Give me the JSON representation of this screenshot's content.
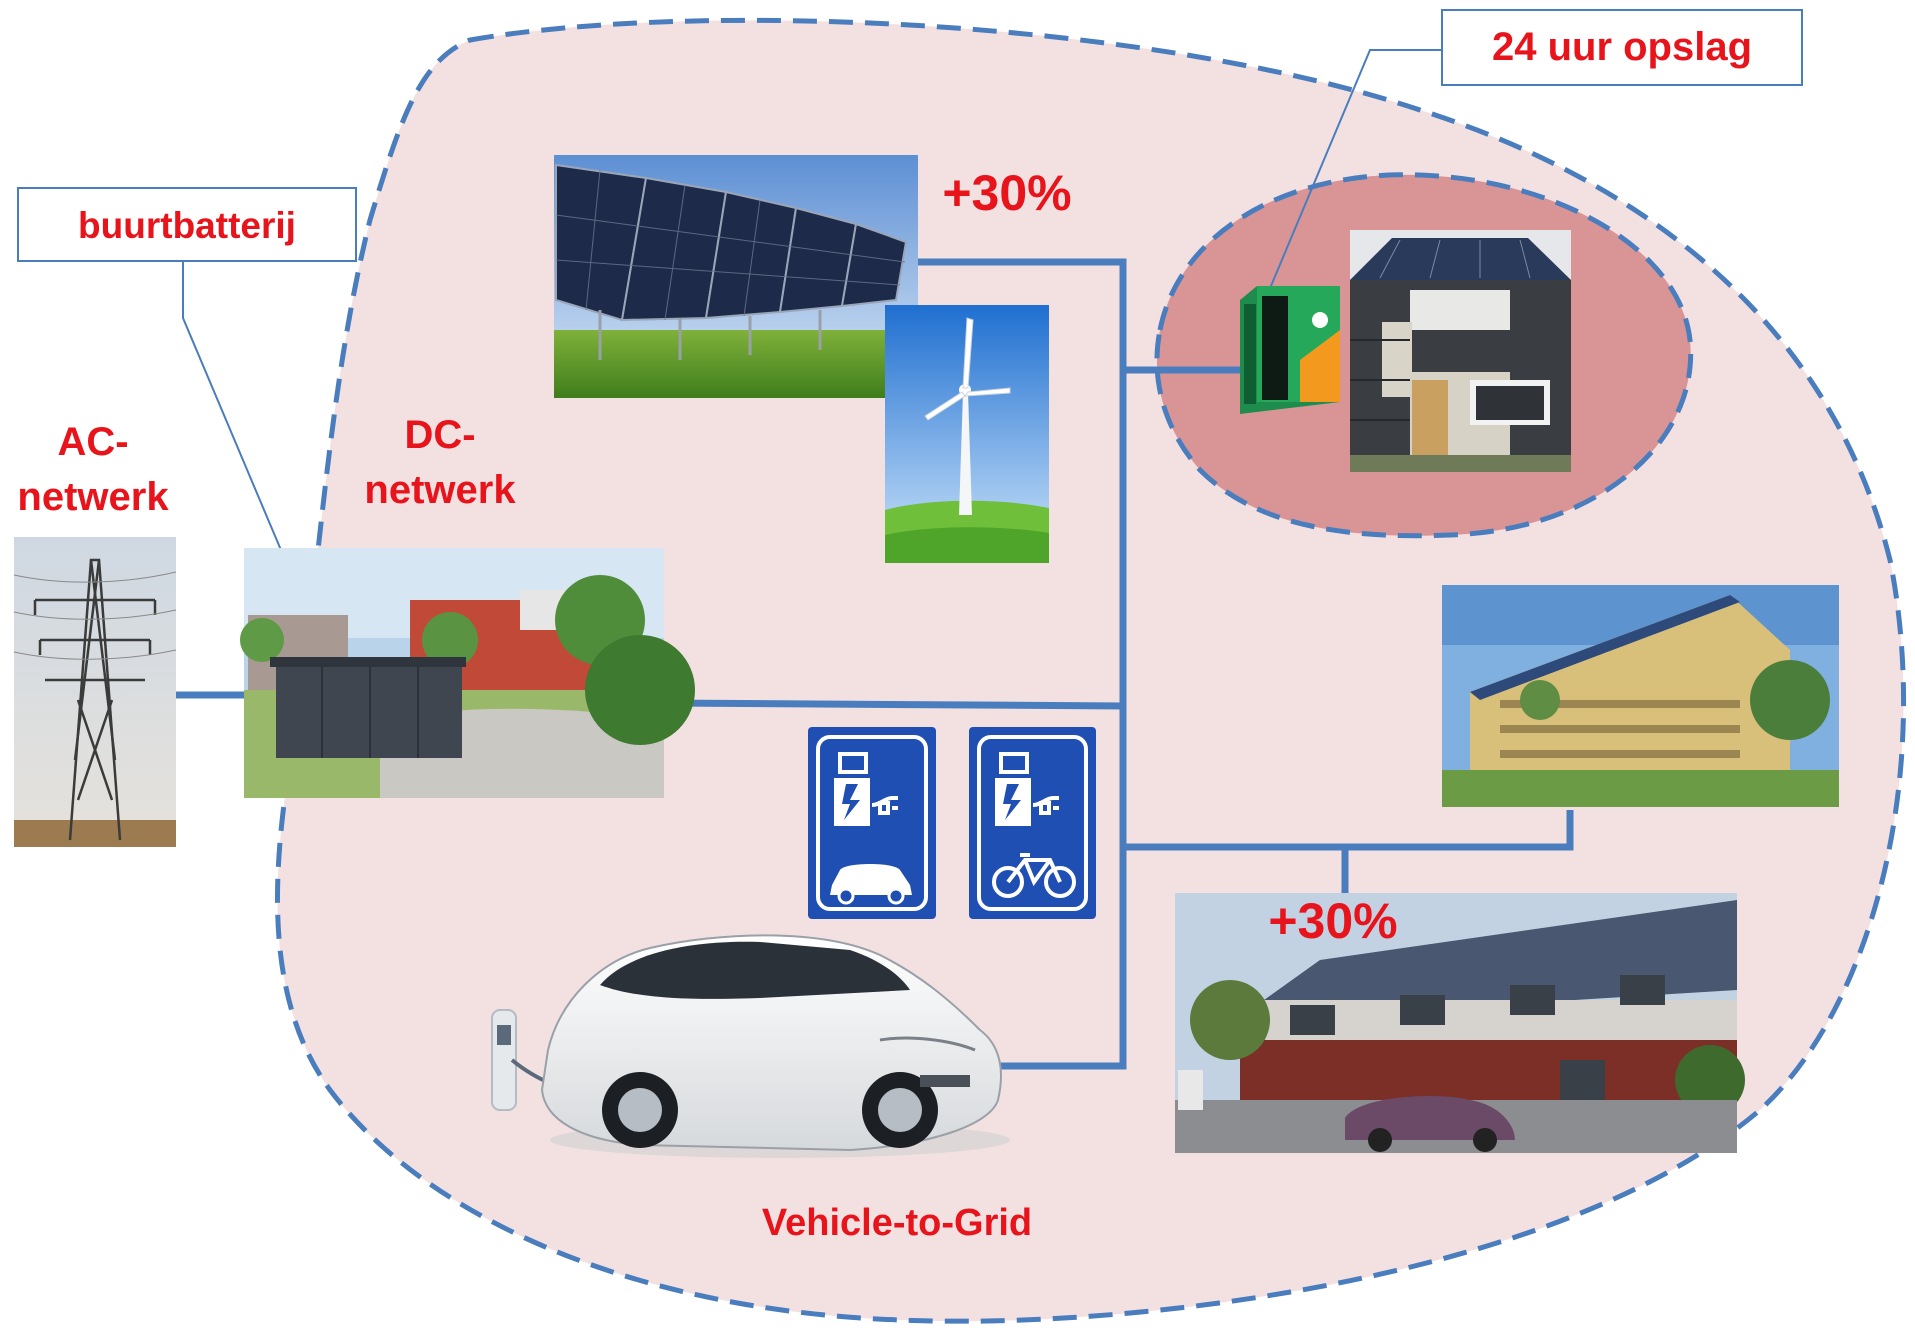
{
  "labels": {
    "buurtbatterij": "buurtbatterij",
    "opslag": "24 uur opslag",
    "ac_line1": "AC-",
    "ac_line2": "netwerk",
    "dc_line1": "DC-",
    "dc_line2": "netwerk",
    "solar_gain": "+30%",
    "houses_gain": "+30%",
    "v2g": "Vehicle-to-Grid"
  },
  "colors": {
    "label_red": "#e8141c",
    "line_blue": "#4a7dbd",
    "region_fill": "#f3e1e2",
    "house_region_fill": "#d99596",
    "sign_blue": "#1f4fb3"
  },
  "icons": {
    "pylon": "power-pylon-icon",
    "battery": "neighbourhood-battery-icon",
    "solar": "solar-panel-icon",
    "wind": "wind-turbine-icon",
    "home_battery": "home-battery-icon",
    "house": "house-icon",
    "apartments": "apartment-building-icon",
    "row_houses": "row-houses-icon",
    "car_charge": "car-charging-sign-icon",
    "bike_charge": "bike-charging-sign-icon",
    "ev": "electric-car-icon"
  }
}
